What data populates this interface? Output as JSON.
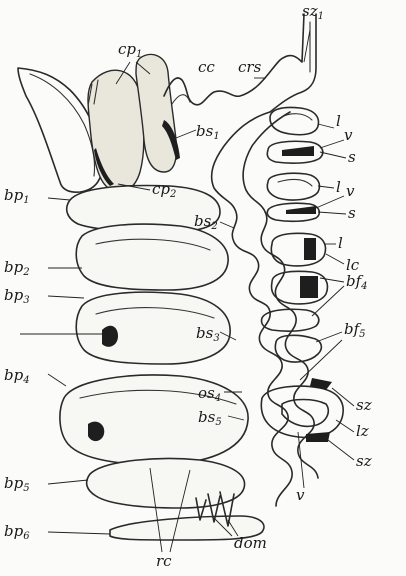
{
  "labels": {
    "sz1": {
      "base": "sz",
      "sub": "1"
    },
    "cp1": {
      "base": "cp",
      "sub": "1"
    },
    "cc": {
      "base": "cc",
      "sub": ""
    },
    "crs": {
      "base": "crs",
      "sub": ""
    },
    "l_1": {
      "base": "l",
      "sub": ""
    },
    "v_1": {
      "base": "v",
      "sub": ""
    },
    "bs1": {
      "base": "bs",
      "sub": "1"
    },
    "s_1": {
      "base": "s",
      "sub": ""
    },
    "cp2": {
      "base": "cp",
      "sub": "2"
    },
    "bp1": {
      "base": "bp",
      "sub": "1"
    },
    "l_2": {
      "base": "l",
      "sub": ""
    },
    "v_2": {
      "base": "v",
      "sub": ""
    },
    "s_2": {
      "base": "s",
      "sub": ""
    },
    "bs2": {
      "base": "bs",
      "sub": "2"
    },
    "l_3": {
      "base": "l",
      "sub": ""
    },
    "bp2": {
      "base": "bp",
      "sub": "2"
    },
    "lc": {
      "base": "lc",
      "sub": ""
    },
    "bf4": {
      "base": "bf",
      "sub": "4"
    },
    "bp3": {
      "base": "bp",
      "sub": "3"
    },
    "bs3": {
      "base": "bs",
      "sub": "3"
    },
    "bf5": {
      "base": "bf",
      "sub": "5"
    },
    "bp4": {
      "base": "bp",
      "sub": "4"
    },
    "os4": {
      "base": "os",
      "sub": "4"
    },
    "bs5": {
      "base": "bs",
      "sub": "5"
    },
    "sz_a": {
      "base": "sz",
      "sub": ""
    },
    "lz": {
      "base": "lz",
      "sub": ""
    },
    "sz_b": {
      "base": "sz",
      "sub": ""
    },
    "bp5": {
      "base": "bp",
      "sub": "5"
    },
    "v_3": {
      "base": "v",
      "sub": ""
    },
    "bp6": {
      "base": "bp",
      "sub": "6"
    },
    "dom": {
      "base": "dom",
      "sub": ""
    },
    "rc": {
      "base": "rc",
      "sub": ""
    }
  }
}
